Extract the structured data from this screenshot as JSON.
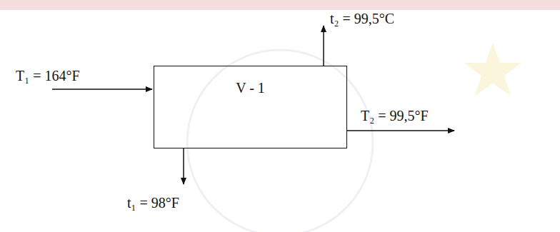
{
  "diagram": {
    "nodes": [
      {
        "text": [
          "V - 1"
        ]
      }
    ],
    "labels": [
      "t₂ = 99,5°C",
      "T₁ = 164°F",
      "T₂ = 99,5°F",
      "t₁ = 98°F"
    ]
  }
}
